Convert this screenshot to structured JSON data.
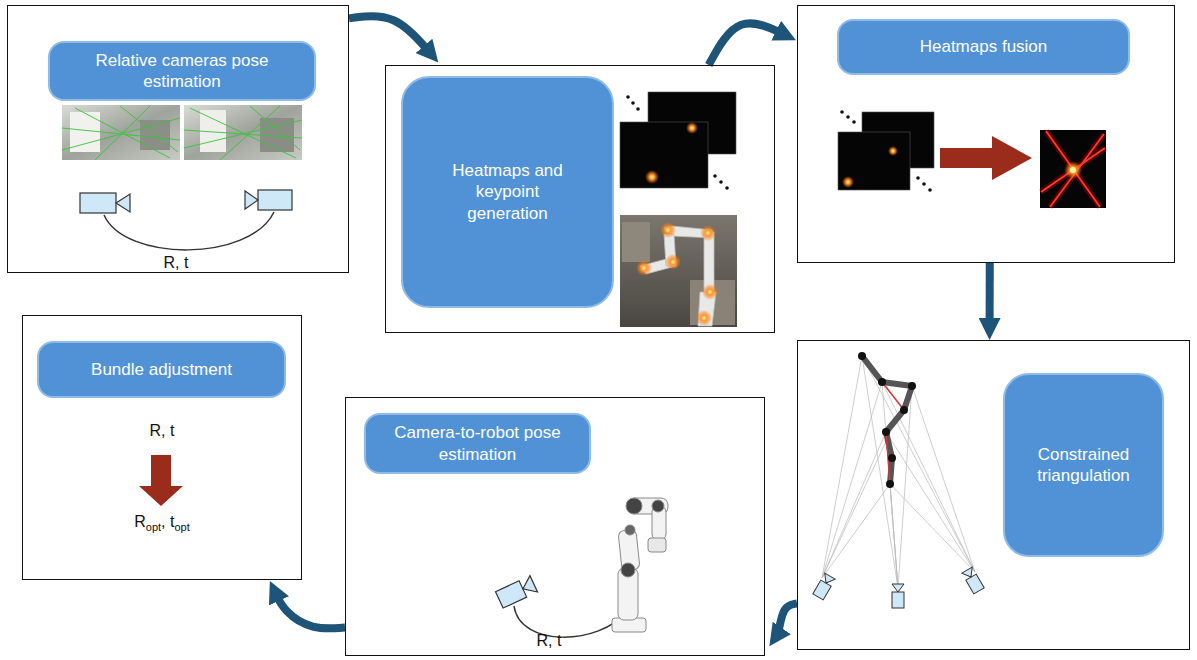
{
  "diagram": {
    "nodes": [
      {
        "text": [
          "Relative cameras pose estimation",
          "R, t"
        ]
      },
      {
        "text": [
          "Heatmaps and keypoint generation"
        ]
      },
      {
        "text": [
          "Heatmaps fusion"
        ]
      },
      {
        "text": [
          "Constrained triangulation"
        ]
      },
      {
        "text": [
          "Camera-to-robot pose estimation",
          "R, t"
        ]
      },
      {
        "text": [
          "Bundle adjustment",
          "R, t",
          "R",
          "opt",
          ", t",
          "opt"
        ]
      }
    ],
    "edges": [
      {
        "from": 0,
        "to": 1,
        "arrow": "to"
      },
      {
        "from": 1,
        "to": 2,
        "arrow": "to"
      },
      {
        "from": 2,
        "to": 3,
        "arrow": "to"
      },
      {
        "from": 3,
        "to": 4,
        "arrow": "to"
      },
      {
        "from": 4,
        "to": 5,
        "arrow": "to"
      }
    ]
  }
}
